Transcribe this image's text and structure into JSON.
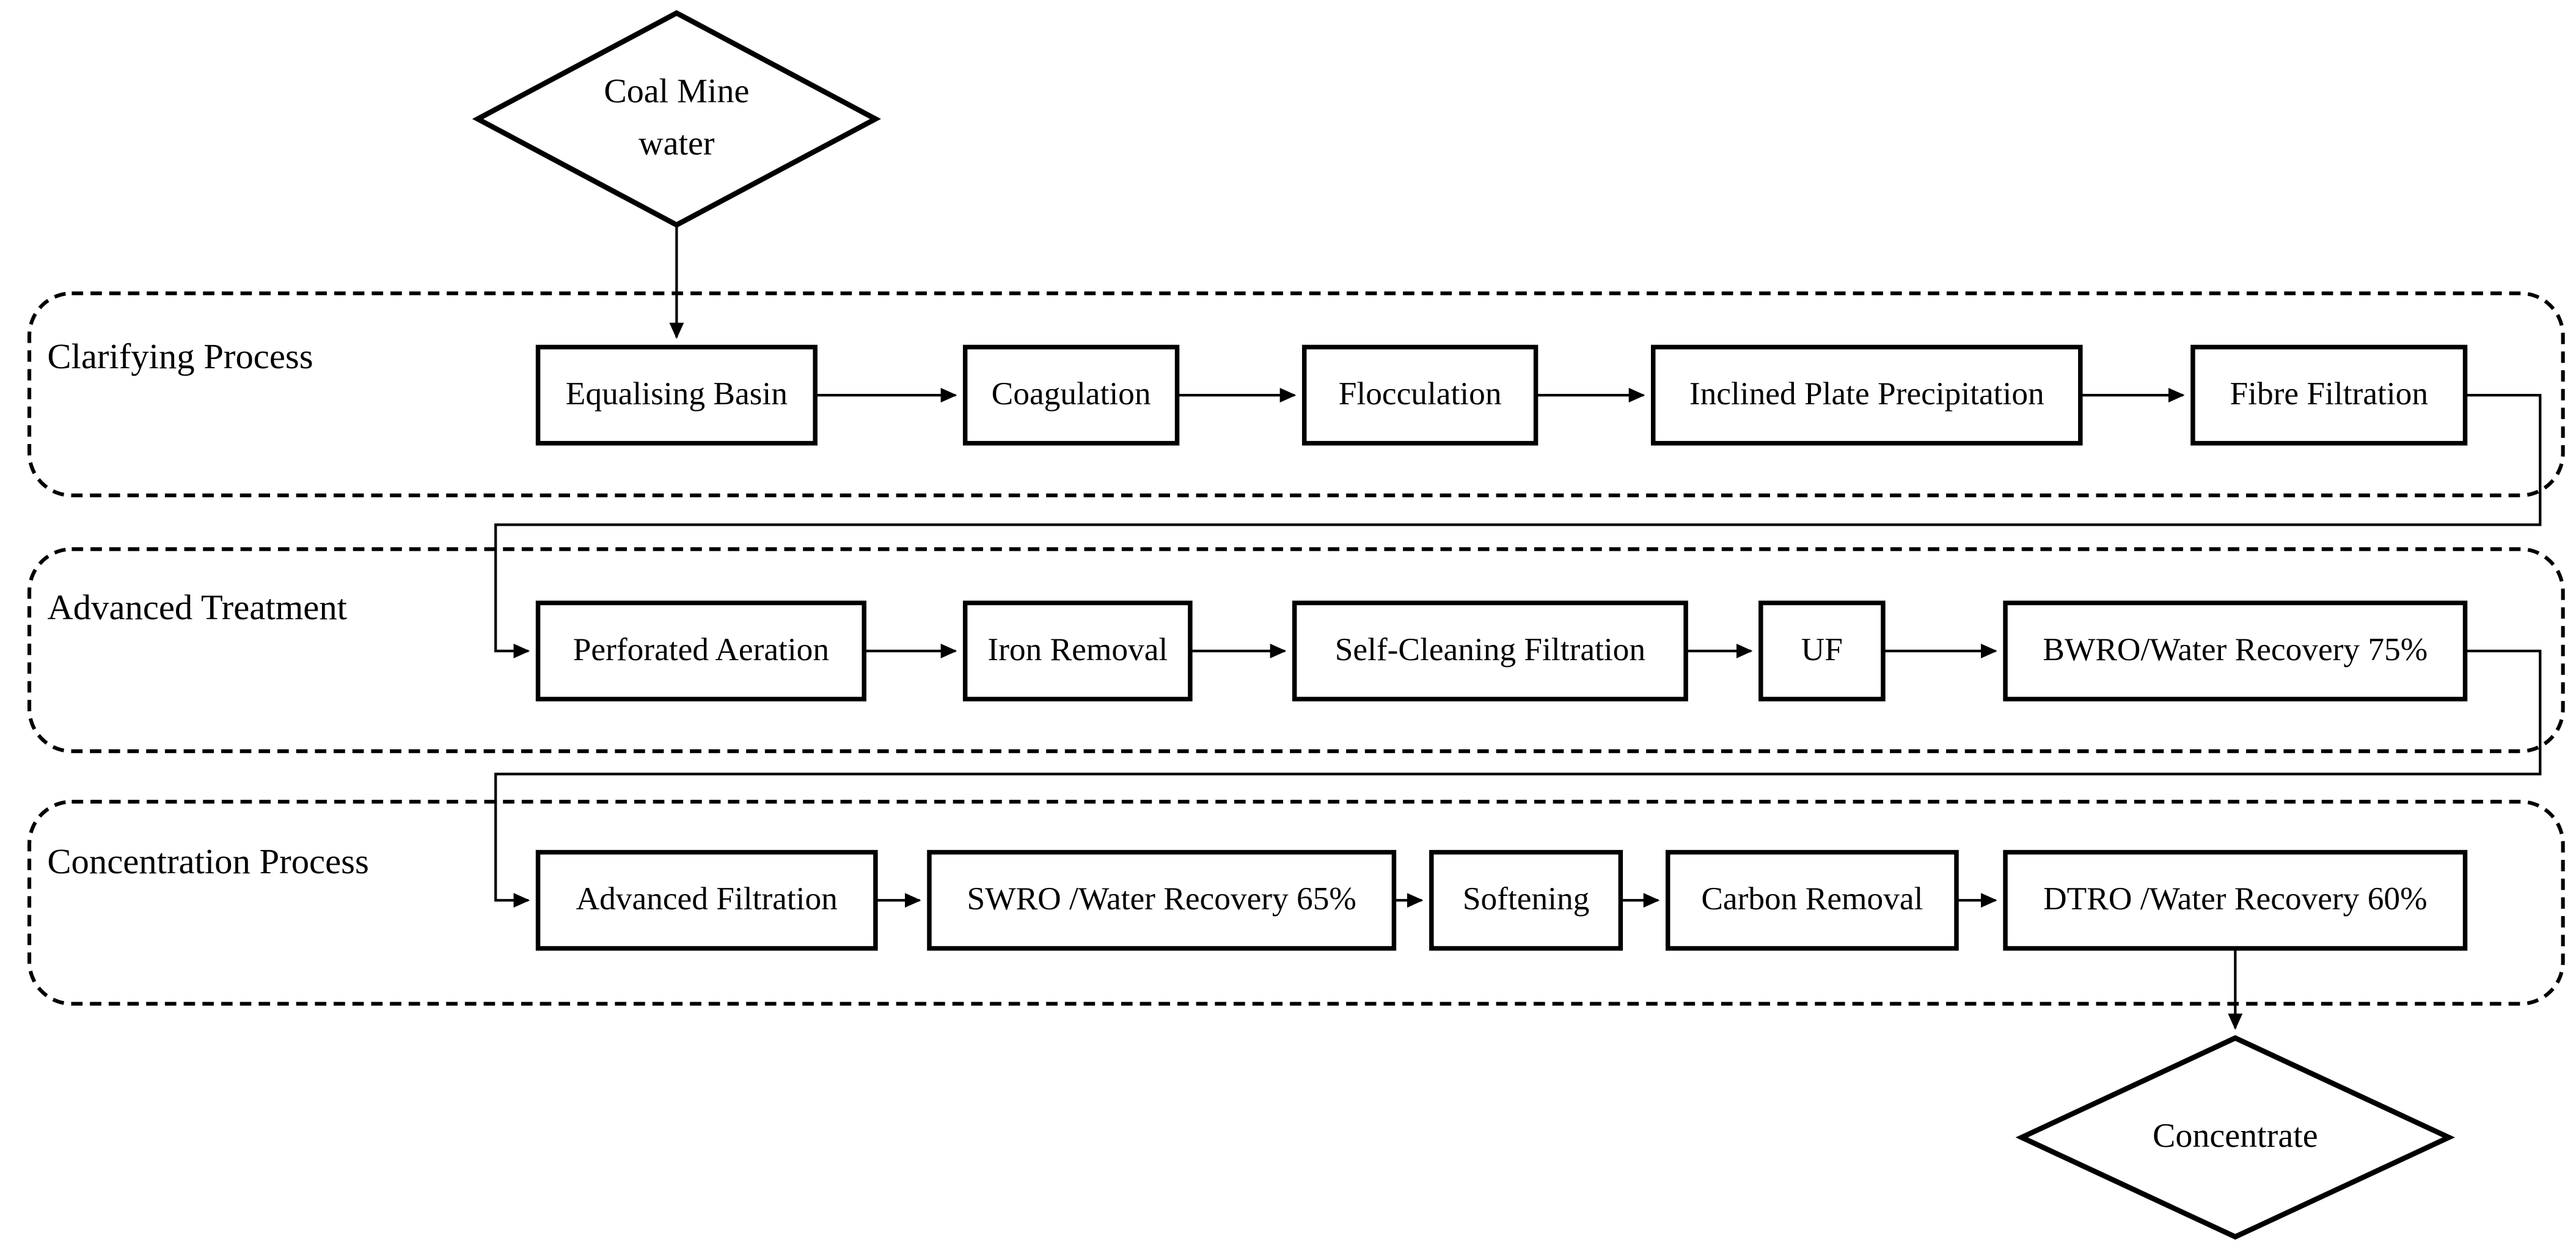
{
  "colors": {
    "stroke": "#000000",
    "background": "#ffffff",
    "box_fill": "#ffffff",
    "highlight_fill": "#7b7474"
  },
  "source_node": {
    "line1": "Coal Mine",
    "line2": "water"
  },
  "sink_node": {
    "label": "Concentrate"
  },
  "groups": [
    {
      "label": "Clarifying Process",
      "boxes": [
        {
          "label": "Equalising Basin"
        },
        {
          "label": "Coagulation"
        },
        {
          "label": "Flocculation"
        },
        {
          "label": "Inclined Plate Precipitation"
        },
        {
          "label": "Fibre Filtration"
        }
      ]
    },
    {
      "label": "Advanced Treatment",
      "boxes": [
        {
          "label": "Perforated Aeration"
        },
        {
          "label": "Iron Removal"
        },
        {
          "label": "Self-Cleaning Filtration"
        },
        {
          "label": "UF"
        },
        {
          "label": "BWRO/Water Recovery 75%",
          "highlighted": true
        }
      ]
    },
    {
      "label": "Concentration Process",
      "boxes": [
        {
          "label": "Advanced Filtration"
        },
        {
          "label": "SWRO /Water Recovery 65%",
          "highlighted": true
        },
        {
          "label": "Softening"
        },
        {
          "label": "Carbon Removal"
        },
        {
          "label": "DTRO /Water Recovery 60%",
          "highlighted": true
        }
      ]
    }
  ]
}
